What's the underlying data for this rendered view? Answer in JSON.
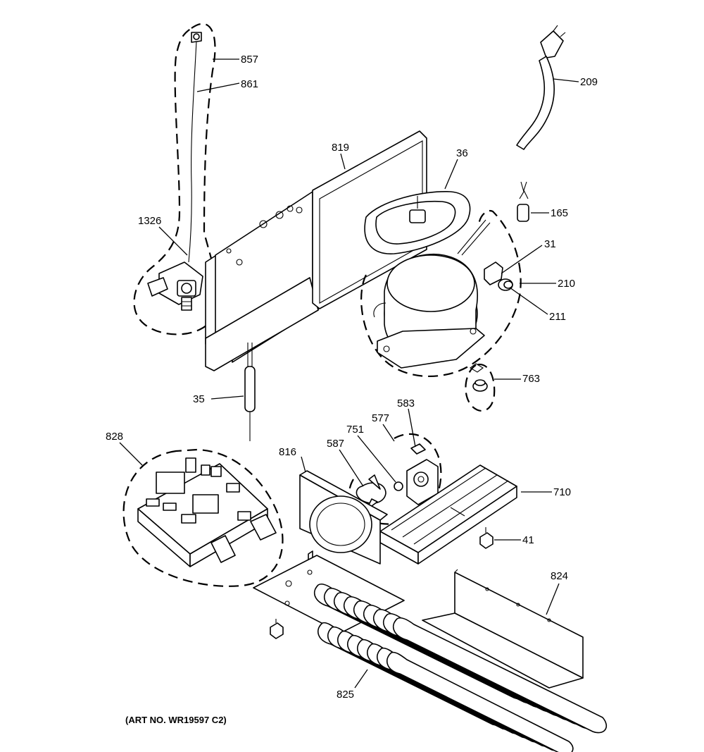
{
  "caption": "(ART NO. WR19597 C2)",
  "callouts": [
    {
      "id": "857",
      "text": "857"
    },
    {
      "id": "861",
      "text": "861"
    },
    {
      "id": "209",
      "text": "209"
    },
    {
      "id": "819",
      "text": "819"
    },
    {
      "id": "36",
      "text": "36"
    },
    {
      "id": "165",
      "text": "165"
    },
    {
      "id": "1326",
      "text": "1326"
    },
    {
      "id": "31",
      "text": "31"
    },
    {
      "id": "210",
      "text": "210"
    },
    {
      "id": "211",
      "text": "211"
    },
    {
      "id": "763",
      "text": "763"
    },
    {
      "id": "35",
      "text": "35"
    },
    {
      "id": "583",
      "text": "583"
    },
    {
      "id": "577",
      "text": "577"
    },
    {
      "id": "751",
      "text": "751"
    },
    {
      "id": "828",
      "text": "828"
    },
    {
      "id": "587",
      "text": "587"
    },
    {
      "id": "816",
      "text": "816"
    },
    {
      "id": "710",
      "text": "710"
    },
    {
      "id": "41",
      "text": "41"
    },
    {
      "id": "824",
      "text": "824"
    },
    {
      "id": "825",
      "text": "825"
    }
  ]
}
